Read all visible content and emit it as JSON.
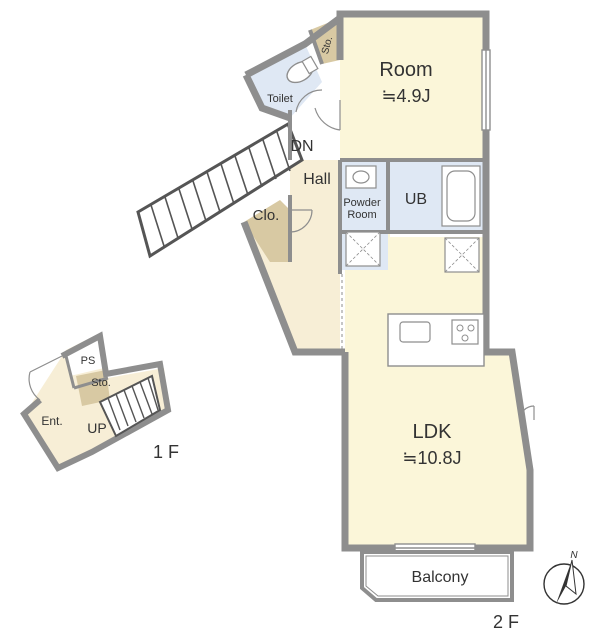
{
  "colors": {
    "wall": "#8e8e8e",
    "room_fill": "#fbf6d9",
    "floor_fill": "#f7eed6",
    "wet_fill": "#dfe8f4",
    "storage_fill": "#d8c9a3",
    "balcony_fill": "#ffffff",
    "stair_line": "#555555",
    "text": "#333333"
  },
  "rooms_2f": {
    "room": {
      "name": "Room",
      "size": "≒4.9J"
    },
    "ldk": {
      "name": "LDK",
      "size": "≒10.8J"
    },
    "toilet": "Toilet",
    "sto": "Sto.",
    "dn": "DN",
    "hall": "Hall",
    "clo": "Clo.",
    "powder_line1": "Powder",
    "powder_line2": "Room",
    "ub": "UB",
    "balcony": "Balcony"
  },
  "rooms_1f": {
    "ps": "PS",
    "sto": "Sto.",
    "ent": "Ent.",
    "up": "UP"
  },
  "floor_labels": {
    "first": "1 F",
    "second": "2 F"
  },
  "compass": {
    "letter": "N",
    "icon": "north-arrow-icon"
  }
}
